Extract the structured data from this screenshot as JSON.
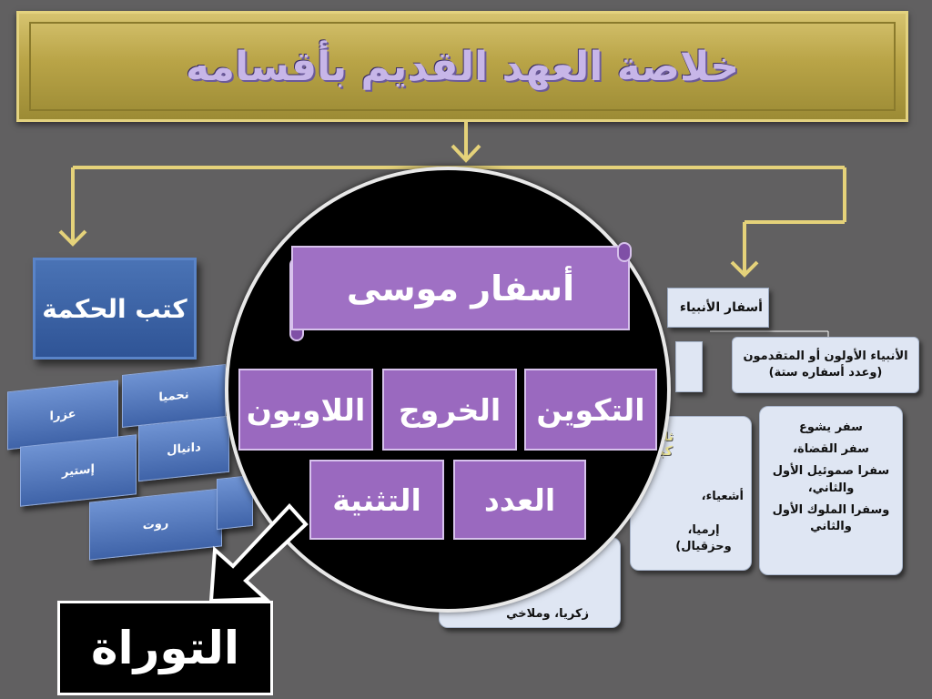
{
  "title": "خلاصة العهد القديم بأقسامه",
  "wisdom": {
    "header": "كتب الحكمة",
    "tiles": [
      "عزرا",
      "نحميا",
      "إستير",
      "دانيال",
      "روت",
      ""
    ]
  },
  "prophets": {
    "header": "أسفار الأنبياء",
    "former": {
      "header_line1": "الأنبياء الأولون أو المتقدمون",
      "header_line2": "(وعدد أسفاره ستة)",
      "items": [
        "سفر يشوع",
        "سفر القضاة،",
        "سفرا صموئيل الأول والثاني،",
        "وسفرا الملوك الأول والثاني"
      ]
    },
    "major": {
      "head": "ثلاثة كبار",
      "items": [
        "أشعياء،",
        "إرميا، وحزقيال)"
      ]
    },
    "minor": {
      "items": [
        "زكريا، وملاخي"
      ]
    }
  },
  "moses": {
    "header": "أسفار موسى",
    "books": [
      "التكوين",
      "الخروج",
      "اللاويون",
      "العدد",
      "التثنية"
    ]
  },
  "torah": "التوراة",
  "colors": {
    "background": "#616061",
    "banner": "#b9a447",
    "connector": "#e5d27a",
    "wisdom_blue": "#2f5496",
    "moses_purple": "#9f70c4",
    "prophets_card": "#dfe6f3"
  }
}
